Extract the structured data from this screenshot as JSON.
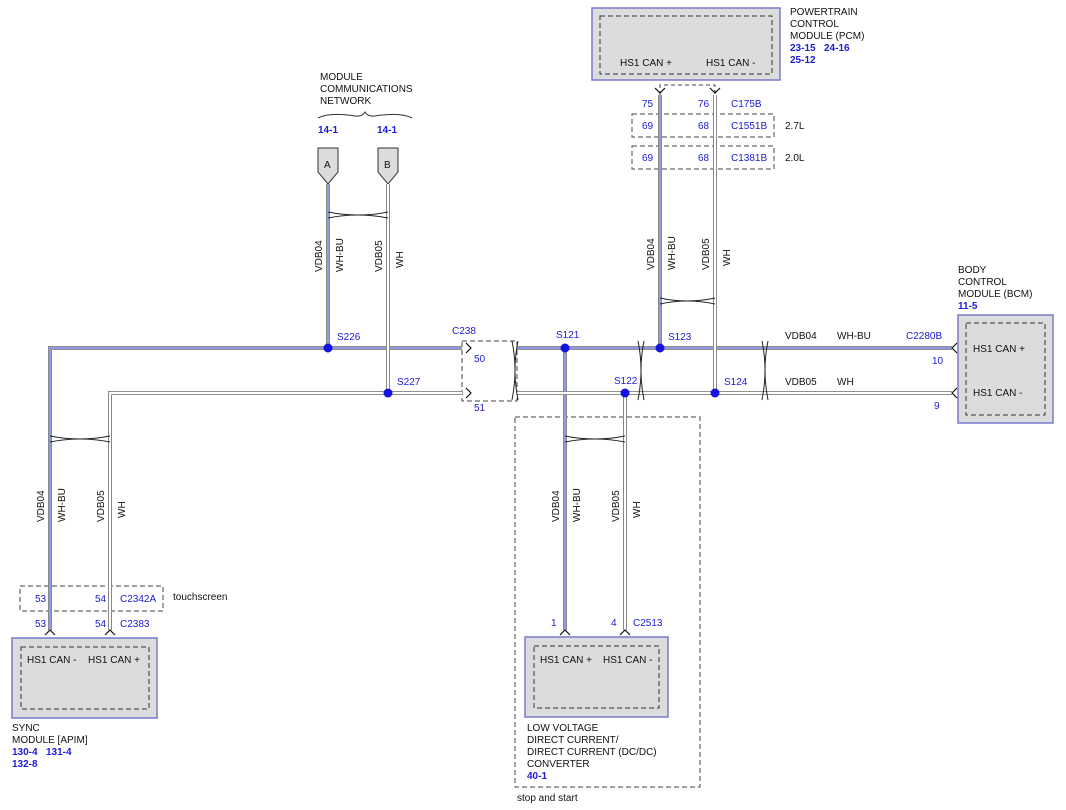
{
  "network": {
    "title_lines": [
      "MODULE",
      "COMMUNICATIONS",
      "NETWORK"
    ],
    "refs": [
      "14-1",
      "14-1"
    ],
    "connector_a": "A",
    "connector_b": "B"
  },
  "pcm": {
    "title_lines": [
      "POWERTRAIN",
      "CONTROL",
      "MODULE (PCM)"
    ],
    "refs": [
      "23-15",
      "24-16",
      "25-12"
    ],
    "pin_plus": "HS1 CAN +",
    "pin_minus": "HS1 CAN -",
    "pins_c175b": [
      "75",
      "76"
    ],
    "conn_c175b": "C175B",
    "pins_c1551b": [
      "69",
      "68"
    ],
    "conn_c1551b": "C1551B",
    "variant_c1551b": "2.7L",
    "pins_c1381b": [
      "69",
      "68"
    ],
    "conn_c1381b": "C1381B",
    "variant_c1381b": "2.0L"
  },
  "bcm": {
    "title_lines": [
      "BODY",
      "CONTROL",
      "MODULE (BCM)"
    ],
    "ref": "11-5",
    "pin_plus": "HS1 CAN +",
    "pin_minus": "HS1 CAN -",
    "conn": "C2280B",
    "pin_plus_num": "10",
    "pin_minus_num": "9"
  },
  "sync": {
    "title_lines": [
      "SYNC",
      "MODULE [APIM]"
    ],
    "refs": [
      "130-4",
      "131-4",
      "132-8"
    ],
    "pin_minus": "HS1 CAN -",
    "pin_plus": "HS1 CAN +",
    "touch_pins": [
      "53",
      "54"
    ],
    "touch_conn": "C2342A",
    "touch_label": "touchscreen",
    "pins": [
      "53",
      "54"
    ],
    "conn": "C2383"
  },
  "dcdc": {
    "title_lines": [
      "LOW VOLTAGE",
      "DIRECT CURRENT/",
      "DIRECT CURRENT (DC/DC)",
      "CONVERTER"
    ],
    "ref": "40-1",
    "pin_plus": "HS1 CAN +",
    "pin_minus": "HS1 CAN -",
    "pins": [
      "1",
      "4"
    ],
    "conn": "C2513",
    "option_label": "stop and start"
  },
  "c238": {
    "conn": "C238",
    "pins": [
      "50",
      "51"
    ]
  },
  "splices": {
    "s226": "S226",
    "s227": "S227",
    "s121": "S121",
    "s122": "S122",
    "s123": "S123",
    "s124": "S124"
  },
  "wires": {
    "can_high_circuit": "VDB04",
    "can_high_color": "WH-BU",
    "can_low_circuit": "VDB05",
    "can_low_color": "WH"
  },
  "colors": {
    "wire_blue": "#4a5ad8",
    "module_fill": "#dcdcdc",
    "module_border": "#7a7ad0",
    "splice_dot": "#1414e0",
    "label_blue": "#1b1bd8"
  }
}
